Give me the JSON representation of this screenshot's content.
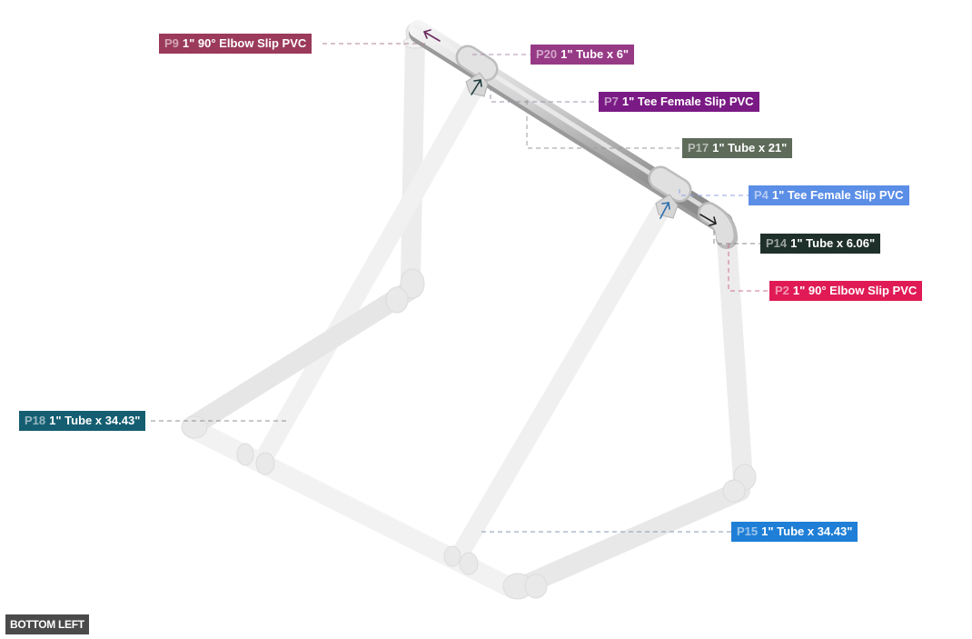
{
  "view": {
    "orientation_label": "BOTTOM LEFT"
  },
  "parts": [
    {
      "id": "P9",
      "description": "1\" 90° Elbow Slip PVC",
      "color": "#9b3a5a"
    },
    {
      "id": "P20",
      "description": "1\" Tube x 6\"",
      "color": "#973a86"
    },
    {
      "id": "P7",
      "description": "1\" Tee Female Slip PVC",
      "color": "#7a1a84"
    },
    {
      "id": "P17",
      "description": "1\" Tube x 21\"",
      "color": "#5e6b5a"
    },
    {
      "id": "P4",
      "description": "1\" Tee Female Slip PVC",
      "color": "#5b8ee6"
    },
    {
      "id": "P14",
      "description": "1\" Tube x 6.06\"",
      "color": "#1f302b"
    },
    {
      "id": "P2",
      "description": "1\" 90° Elbow Slip PVC",
      "color": "#e01a55"
    },
    {
      "id": "P18",
      "description": "1\" Tube x 34.43\"",
      "color": "#155e72"
    },
    {
      "id": "P15",
      "description": "1\" Tube x 34.43\"",
      "color": "#1f7fd6"
    }
  ],
  "icons": {
    "direction_arrow": "arrow-icon"
  }
}
